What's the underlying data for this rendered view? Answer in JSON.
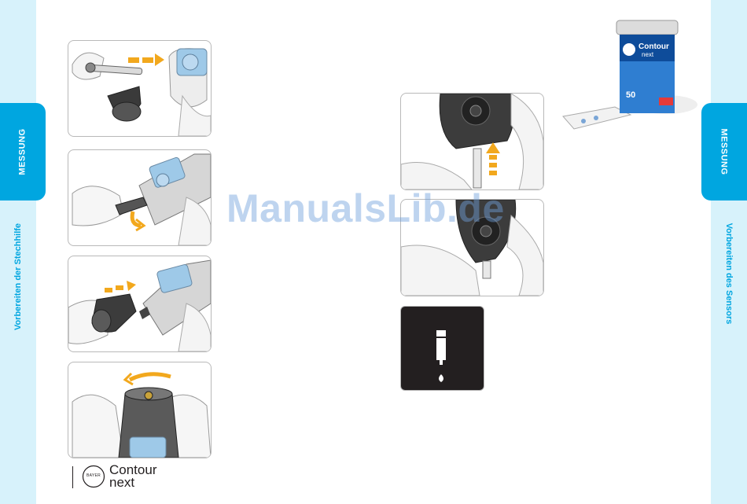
{
  "left_tab": {
    "active_label": "MESSUNG",
    "section_label": "Vorbereiten der Stechhilfe"
  },
  "right_tab": {
    "active_label": "MESSUNG",
    "section_label": "Vorbereiten des Sensors"
  },
  "watermark": "ManualsLib.de",
  "brand": {
    "maker": "BAYER",
    "line1": "Contour",
    "line2": "next"
  },
  "product": {
    "name_line1": "Contour",
    "name_line2": "next",
    "count": "50"
  },
  "colors": {
    "accent": "#00a6e0",
    "strip_bg": "#d7f2fb",
    "arrow": "#f2a81d",
    "display_bg": "#231f20"
  }
}
